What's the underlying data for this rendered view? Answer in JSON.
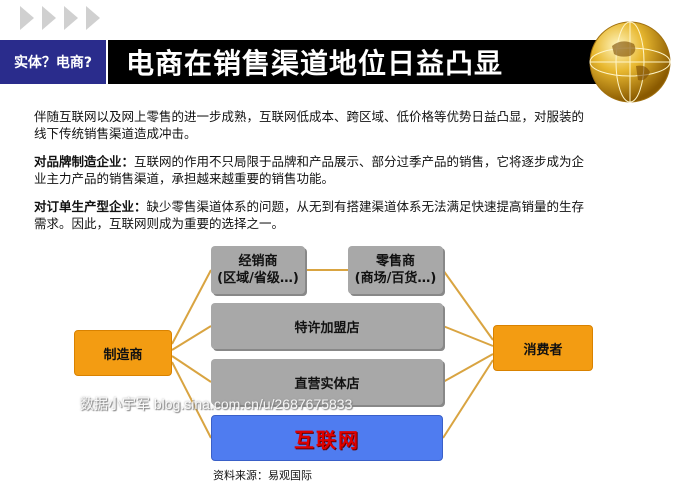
{
  "header": {
    "tag": "实体？电商?",
    "title": "电商在销售渠道地位日益凸显"
  },
  "paragraphs": {
    "p1": "伴随互联网以及网上零售的进一步成熟，互联网低成本、跨区域、低价格等优势日益凸显，对服装的线下传统销售渠道造成冲击。",
    "p2_lead": "对品牌制造企业",
    "p2_sep": "：",
    "p2_body": "互联网的作用不只局限于品牌和产品展示、部分过季产品的销售，它将逐步成为企业主力产品的销售渠道，承担越来越重要的销售功能。",
    "p3_lead": "对订单生产型企业",
    "p3_sep": "：",
    "p3_body": "缺少零售渠道体系的问题，从无到有搭建渠道体系无法满足快速提高销量的生存需求。因此，互联网则成为重要的选择之一。"
  },
  "diagram": {
    "manufacturer": "制造商",
    "consumer": "消费者",
    "distributor_line1": "经销商",
    "distributor_line2": "(区域/省级…)",
    "retailer_line1": "零售商",
    "retailer_line2": "(商场/百货…)",
    "franchise": "特许加盟店",
    "direct_store": "直营实体店",
    "internet": "互联网"
  },
  "watermark": "数据小宇军 blog.sina.com.cn/u/2687675833",
  "source": "资料来源：易观国际",
  "colors": {
    "banner_tag_bg": "#2a2c8c",
    "banner_bg": "#000000",
    "orange": "#f39c12",
    "gray": "#a8a8a8",
    "blue": "#4f7cf0",
    "internet_text": "#e00000",
    "connector": "#d9a441"
  }
}
